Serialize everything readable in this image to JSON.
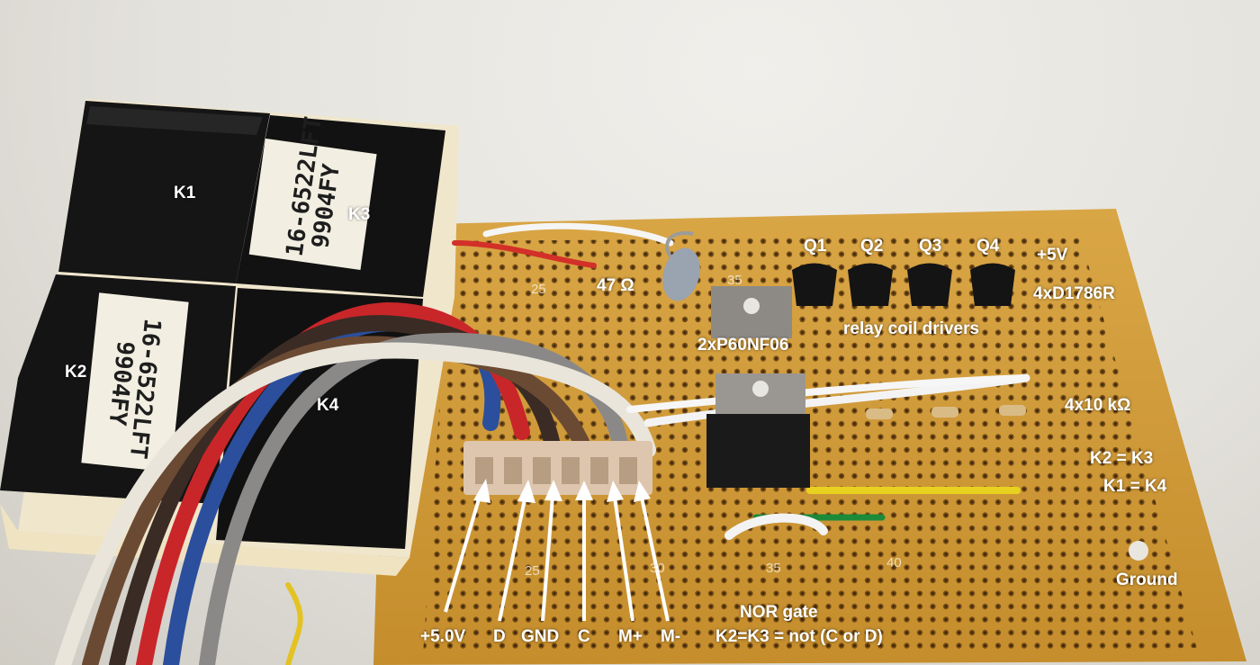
{
  "relays": {
    "k1": "K1",
    "k2": "K2",
    "k3": "K3",
    "k4": "K4",
    "part_print": "16-6522LFT\n9904FY"
  },
  "board": {
    "resistor_47": "47 Ω",
    "transistors": [
      "Q1",
      "Q2",
      "Q3",
      "Q4"
    ],
    "supply": "+5V",
    "transistor_part": "4xD1786R",
    "driver_caption": "relay coil drivers",
    "mosfet_part": "2xP60NF06",
    "resistors_10k": "4x10 kΩ",
    "equation_k2_k3": "K2 = K3",
    "equation_k1_k4": "K1 = K4",
    "ground": "Ground",
    "nor_title": "NOR gate",
    "nor_equation": "K2=K3 = not (C or D)"
  },
  "connector_pins": [
    "+5.0V",
    "D",
    "GND",
    "C",
    "M+",
    "M-"
  ],
  "silkscreen": [
    "25",
    "35",
    "25",
    "30",
    "35",
    "40"
  ]
}
